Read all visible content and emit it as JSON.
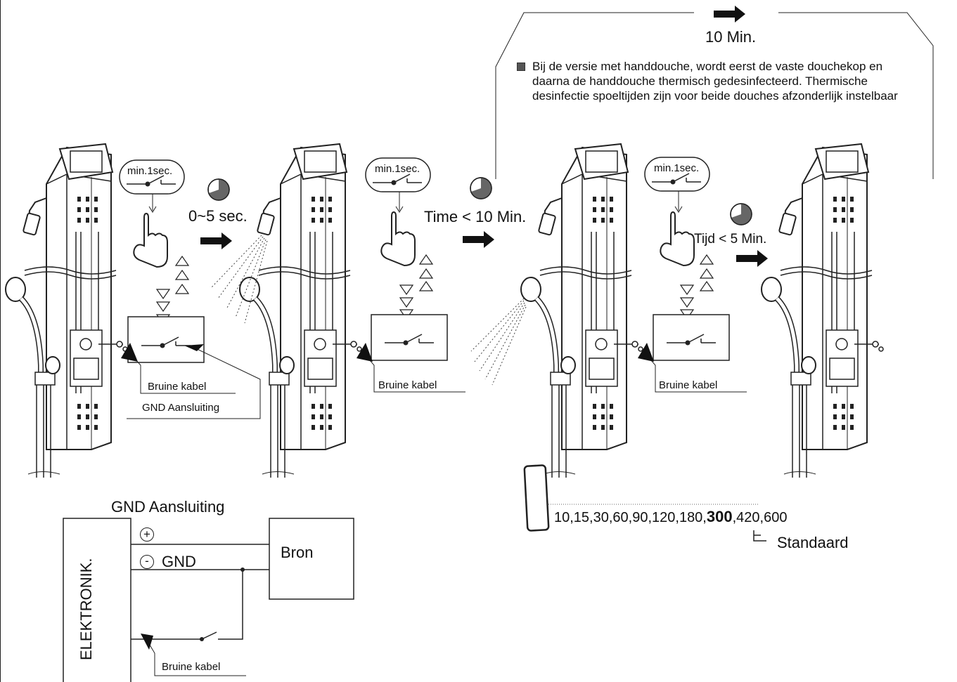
{
  "timer_labels": {
    "flush_interval": "10 Min.",
    "step1_delay": "0~5 sec.",
    "step2_time": "Time < 10 Min.",
    "step3_time": "Tijd < 5 Min."
  },
  "button_hint": "min.1sec.",
  "note_text": "Bij de versie met handdouche, wordt eerst de vaste douchekop en daarna de handdouche thermisch gedesinfecteerd. Thermische desinfectie spoeltijden zijn voor beide douches afzonderlijk instelbaar",
  "callouts": {
    "brown_cable": "Bruine kabel",
    "gnd_connection": "GND Aansluiting"
  },
  "wiring": {
    "title": "GND Aansluiting",
    "electronics_label": "ELEKTRONIK.",
    "source_label": "Bron",
    "plus_symbol": "+",
    "minus_symbol": "-",
    "gnd_label": "GND",
    "cable_label": "Bruine kabel"
  },
  "durations": {
    "values_before": "10,15,30,60,90,120,180,",
    "default_value": "300",
    "values_after": ",420,600",
    "default_label": "Standaard"
  },
  "colors": {
    "line": "#222222",
    "clock_fill": "#666666",
    "panel": "#ffffff"
  }
}
